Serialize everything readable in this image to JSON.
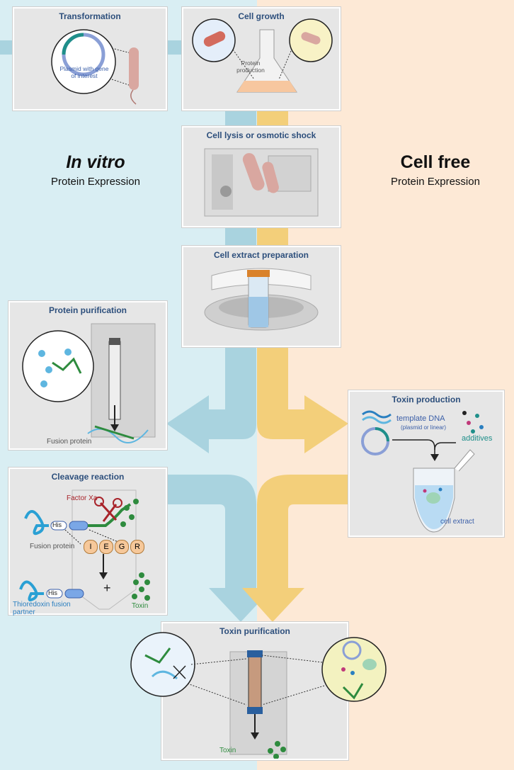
{
  "sides": {
    "left_title": "In vitro",
    "left_sub": "Protein Expression",
    "right_title": "Cell free",
    "right_sub": "Protein Expression"
  },
  "panels": {
    "transformation": {
      "title": "Transformation",
      "plasmid_label_1": "Plasmid with gene",
      "plasmid_label_2": "of interest"
    },
    "cell_growth": {
      "title": "Cell growth",
      "label_1": "Protein",
      "label_2": "production"
    },
    "cell_lysis": {
      "title": "Cell lysis or osmotic shock"
    },
    "cell_extract": {
      "title": "Cell extract preparation"
    },
    "protein_purification": {
      "title": "Protein purification",
      "fusion_label": "Fusion protein"
    },
    "toxin_production": {
      "title": "Toxin production",
      "template": "template DNA",
      "template_sub": "(plasmid or linear)",
      "additives": "additives",
      "cell_extract": "cell extract"
    },
    "cleavage": {
      "title": "Cleavage reaction",
      "factor": "Factor Xa",
      "his": "His",
      "fusion_label": "Fusion protein",
      "residues": [
        "I",
        "E",
        "G",
        "R"
      ],
      "plus": "+",
      "toxin": "Toxin",
      "partner_1": "Thioredoxin fusion",
      "partner_2": "partner"
    },
    "toxin_purification": {
      "title": "Toxin purification",
      "toxin": "Toxin"
    }
  },
  "colors": {
    "blue_flow": "#a9d3df",
    "yellow_flow": "#f3cf7a",
    "title_blue": "#2d4f7c",
    "teal": "#1f8f8a",
    "green": "#2e8b3e",
    "red": "#a8232a"
  }
}
